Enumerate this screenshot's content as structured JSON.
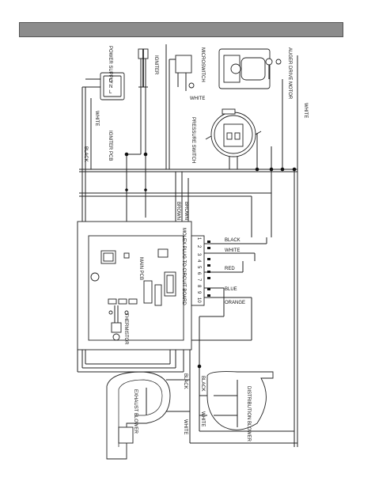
{
  "header": {
    "title": ""
  },
  "components": {
    "power_supply": "POWER SUPPLY",
    "igniter": "IGNITER",
    "igniter_pcb": "IGNITER PCB",
    "microswitch": "MICROSWITCH",
    "auger_drive_motor": "AUGER DRIVE MOTOR",
    "pressure_switch": "PRESSURE SWITCH",
    "main_pcb": "MAIN PCB",
    "thermistor": "THERMISTOR",
    "molex_plug": "MOLEX PLUG TO CIRCUIT BOARD",
    "exhaust_blower": "EXHAUST BLOWER",
    "distribution_blower": "DISTRIBUTION BLOWER",
    "plug_g": "G",
    "plug_n": "N",
    "plug_l": "L"
  },
  "wire_labels": {
    "white_power": "WHITE",
    "black_power": "BLACK",
    "white_microswitch": "WHITE",
    "white_auger": "WHITE",
    "brown_1": "BROWN",
    "brown_2": "BROWN",
    "black_molex": "BLACK",
    "white_molex": "WHITE",
    "red_molex": "RED",
    "blue_molex": "BLUE",
    "orange_molex": "ORANGE",
    "black_exhaust": "BLACK",
    "black_distribution": "BLACK",
    "white_exhaust": "WHITE",
    "white_distribution": "WHITE"
  },
  "pins": [
    "1",
    "2",
    "3",
    "4",
    "5",
    "6",
    "7",
    "8",
    "9",
    "10"
  ],
  "colors": {
    "header_bar": "#8c8c8c",
    "ink": "#222222",
    "background": "#ffffff"
  }
}
